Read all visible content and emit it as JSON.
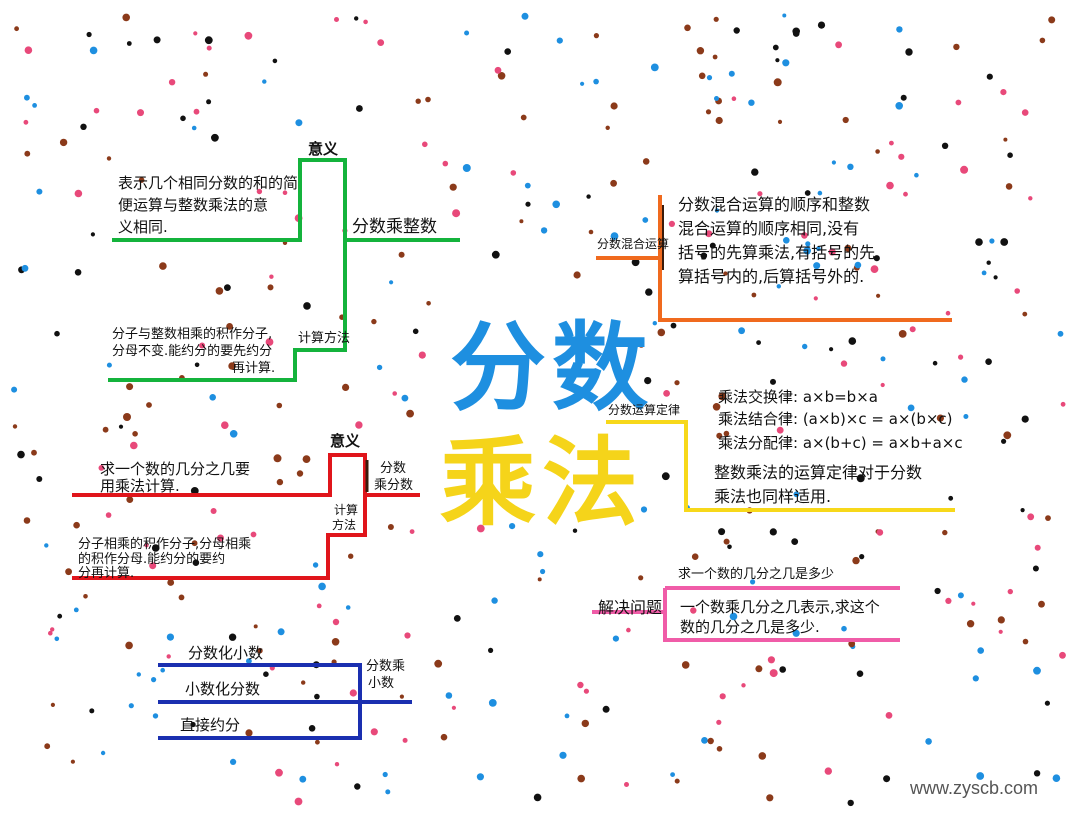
{
  "title": {
    "line1": "分数",
    "line2": "乘法",
    "colors": {
      "line1": "#1e8fe0",
      "line2": "#f5d41a"
    }
  },
  "branches": {
    "green": {
      "color": "#14b33c",
      "node": "分数乘整数",
      "yiyi_label": "意义",
      "yiyi_text": [
        "表示几个相同分数的和的简",
        "便运算与整数乘法的意",
        "义相同."
      ],
      "method_label": "计算方法",
      "method_text": [
        "分子与整数相乘的积作分子,",
        "分母不变.能约分的要先约分",
        "再计算."
      ]
    },
    "red": {
      "color": "#e0151b",
      "node": [
        "分数",
        "乘分数"
      ],
      "yiyi_label": "意义",
      "yiyi_text": [
        "求一个数的几分之几要",
        "用乘法计算."
      ],
      "method_label": [
        "计算",
        "方法"
      ],
      "method_text": [
        "分子相乘的积作分子,分母相乘",
        "的积作分母.能约分的要约",
        "分再计算."
      ]
    },
    "blue": {
      "color": "#1a2fb0",
      "node": [
        "分数乘",
        "小数"
      ],
      "items": [
        "分数化小数",
        "小数化分数",
        "直接约分"
      ]
    },
    "orange": {
      "color": "#f06a1e",
      "node": "分数混合运算",
      "text": [
        "分数混合运算的顺序和整数",
        "混合运算的顺序相同,没有",
        "括号的先算乘法,有括号的先",
        "算括号内的,后算括号外的."
      ]
    },
    "yellow": {
      "color": "#f7d81a",
      "node": "分数运算定律",
      "laws": [
        "乘法交换律: a×b=b×a",
        "乘法结合律: (a×b)×c = a×(b×c)",
        "乘法分配律: a×(b+c) = a×b+a×c"
      ],
      "text": [
        "整数乘法的运算定律对于分数",
        "乘法也同样适用."
      ]
    },
    "pink": {
      "color": "#f05ca8",
      "node": "解决问题",
      "question": "求一个数的几分之几是多少",
      "text": [
        "一个数乘几分之几表示,求这个",
        "数的几分之几是多少."
      ]
    }
  },
  "watermark": "www.zyscb.com",
  "dot_colors": [
    "#1e8fe0",
    "#8b3a1a",
    "#e8497a",
    "#111111"
  ]
}
